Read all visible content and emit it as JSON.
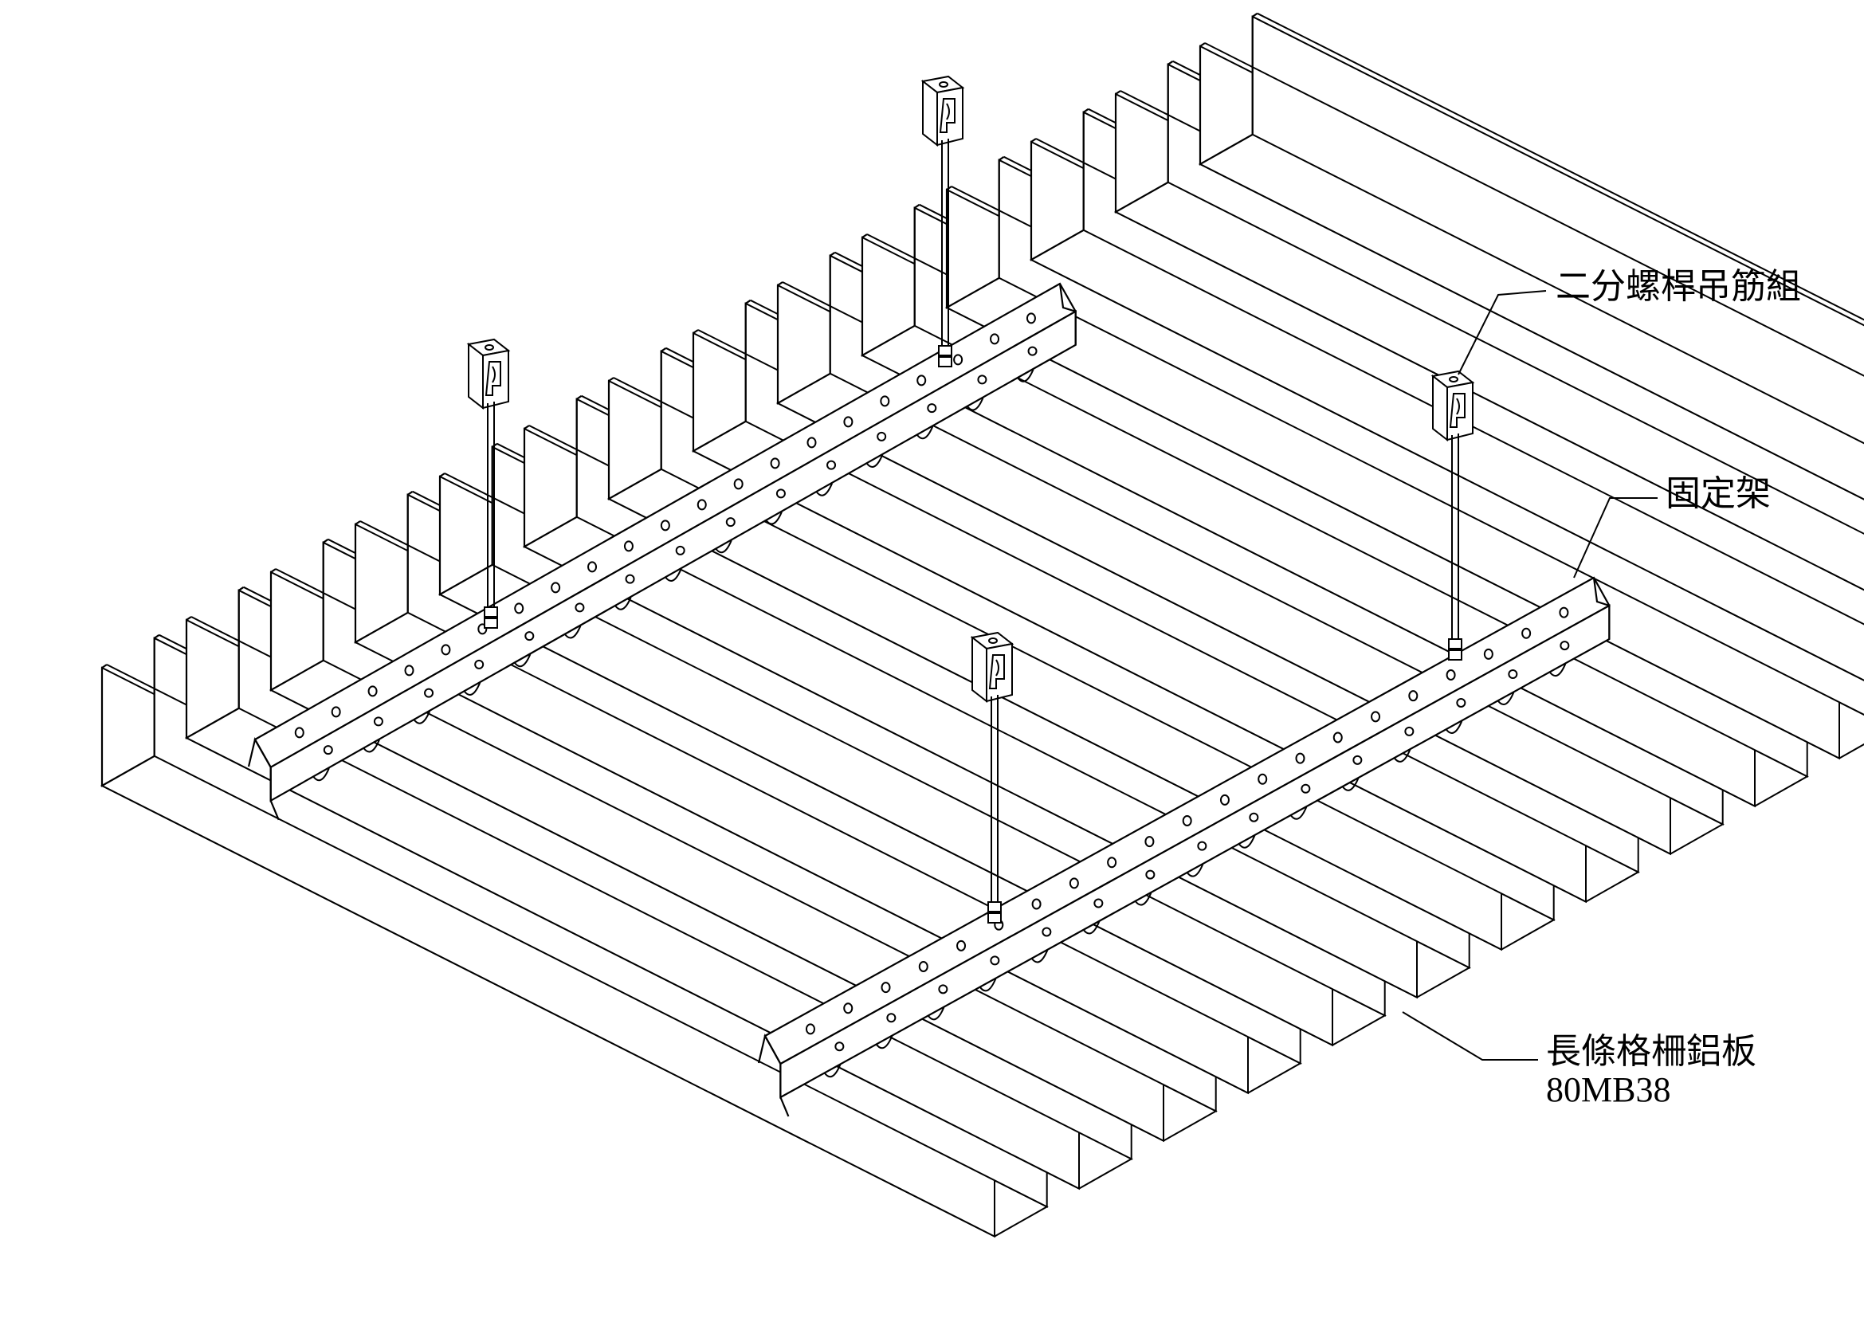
{
  "labels": {
    "hanger_rod": "二分螺桿吊筋組",
    "carrier": "固定架",
    "panel": "長條格柵鋁板",
    "panel_model": "80MB38"
  },
  "colors": {
    "line": "#000000",
    "background": "#ffffff"
  }
}
